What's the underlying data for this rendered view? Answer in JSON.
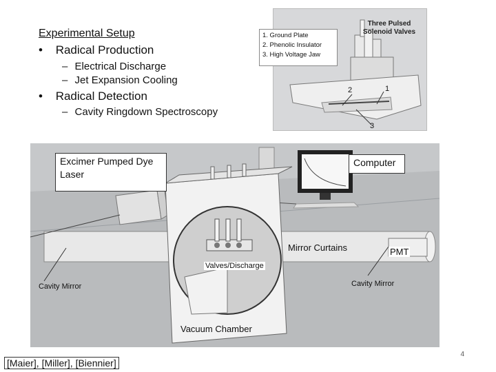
{
  "slide": {
    "title": "Experimental Setup",
    "bullets": [
      {
        "marker": "•",
        "label": "Radical Production",
        "sub": [
          {
            "marker": "–",
            "label": "Electrical Discharge"
          },
          {
            "marker": "–",
            "label": "Jet Expansion Cooling"
          }
        ]
      },
      {
        "marker": "•",
        "label": "Radical Detection",
        "sub": [
          {
            "marker": "–",
            "label": "Cavity Ringdown Spectroscopy"
          }
        ]
      }
    ],
    "nozzle_legend": [
      "1. Ground Plate",
      "2. Phenolic Insulator",
      "3. High Voltage Jaw"
    ],
    "valves_label": "Three Pulsed Solenoid  Valves",
    "callout_numbers": [
      "2",
      "1",
      "3"
    ],
    "labels": {
      "laser": "Excimer Pumped Dye Laser",
      "computer": "Computer",
      "mirror_curtains": "Mirror Curtains",
      "pmt": "PMT",
      "valves_discharge": "Valves/Discharge",
      "cavity_mirror_left": "Cavity Mirror",
      "cavity_mirror_right": "Cavity Mirror",
      "vacuum_chamber": "Vacuum Chamber"
    },
    "references": "[Maier], [Miller], [Biennier]",
    "page_number": "4"
  }
}
